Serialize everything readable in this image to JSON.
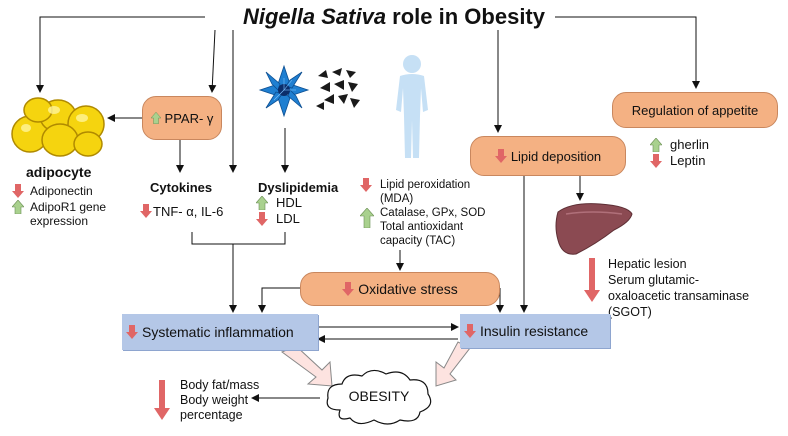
{
  "title": {
    "italic": "Nigella Sativa",
    "rest": " role in Obesity"
  },
  "nodes": {
    "ppar": "PPAR- γ",
    "regulation": "Regulation of appetite",
    "lipid_deposition": "Lipid deposition",
    "oxidative": "Oxidative stress",
    "inflammation": "Systematic inflammation",
    "insulin": "Insulin resistance",
    "obesity": "OBESITY"
  },
  "adipocyte": {
    "heading": "adipocyte",
    "items": [
      "Adiponectin",
      "AdipoR1 gene",
      "expression"
    ]
  },
  "cytokines": {
    "heading": "Cytokines",
    "item": "TNF- α, IL-6"
  },
  "dyslipidemia": {
    "heading": "Dyslipidemia",
    "items": [
      "HDL",
      "LDL"
    ]
  },
  "oxidative_markers": [
    "Lipid peroxidation",
    "(MDA)",
    "Catalase, GPx, SOD",
    "Total antioxidant",
    "capacity (TAC)"
  ],
  "appetite": [
    "gherlin",
    "Leptin"
  ],
  "liver": [
    "Hepatic lesion",
    "Serum glutamic-",
    "oxaloacetic transaminase",
    "(SGOT)"
  ],
  "body": [
    "Body fat/mass",
    "Body weight",
    "percentage"
  ],
  "colors": {
    "orange": "#f4b183",
    "blue": "#b4c7e7",
    "down": "#e06666",
    "up": "#a9d18e",
    "liver": "#8b4a52",
    "seed": "#1a1a1a",
    "flower": "#1f7fd1",
    "human": "#c6e0f5"
  }
}
